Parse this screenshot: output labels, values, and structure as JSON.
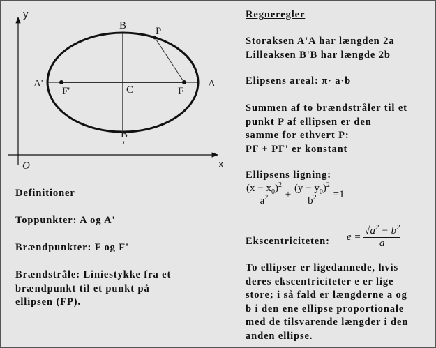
{
  "diagram": {
    "axis_labels": {
      "y": "y",
      "x": "x",
      "origin": "O"
    },
    "points": {
      "B_top": "B",
      "B_bottom": "B",
      "B_bottom_prime": "'",
      "P": "P",
      "A_prime": "A'",
      "A": "A",
      "F_prime": "F'",
      "F": "F",
      "C": "C"
    }
  },
  "definitions": {
    "heading": "Definitioner",
    "toppunkter": "Toppunkter: A og A'",
    "braendpunkter": "Brændpunkter: F og F'",
    "braendstraale": [
      "Brændstråle: Liniestykke fra et",
      "brændpunkt til et punkt på",
      "ellipsen (FP)."
    ]
  },
  "rules": {
    "heading": "Regneregler",
    "axes": [
      "Storaksen A'A har længden 2a",
      "Lilleaksen B'B har længde 2b"
    ],
    "area": "Elipsens areal: π· a·b",
    "sum": [
      "Summen af to brændstråler til et",
      "punkt P af ellipsen er den",
      "samme for ethvert P:",
      "PF + PF' er konstant"
    ],
    "equation_label": "Ellipsens ligning:",
    "equation": {
      "term1_num": "(x − x",
      "term1_sub": "0",
      "term1_close": ")",
      "term1_exp": "2",
      "term1_den": "a",
      "term1_den_exp": "2",
      "plus": "+",
      "term2_num": "(y − y",
      "term2_sub": "0",
      "term2_close": ")",
      "term2_exp": "2",
      "term2_den": "b",
      "term2_den_exp": "2",
      "equals": "=1"
    },
    "eccentricity_label": "Ekscentriciteten:",
    "eccentricity": {
      "lhs": "e =",
      "num_a": "a",
      "num_exp1": "2",
      "minus": " − ",
      "num_b": "b",
      "num_exp2": "2",
      "den": "a"
    },
    "similar": [
      "To ellipser er ligedannede, hvis",
      "deres ekscentriciteter e er lige",
      "store; i så fald er længderne a og",
      "b i den ene ellipse proportionale",
      "med de tilsvarende længder i den",
      "anden ellipse."
    ]
  }
}
